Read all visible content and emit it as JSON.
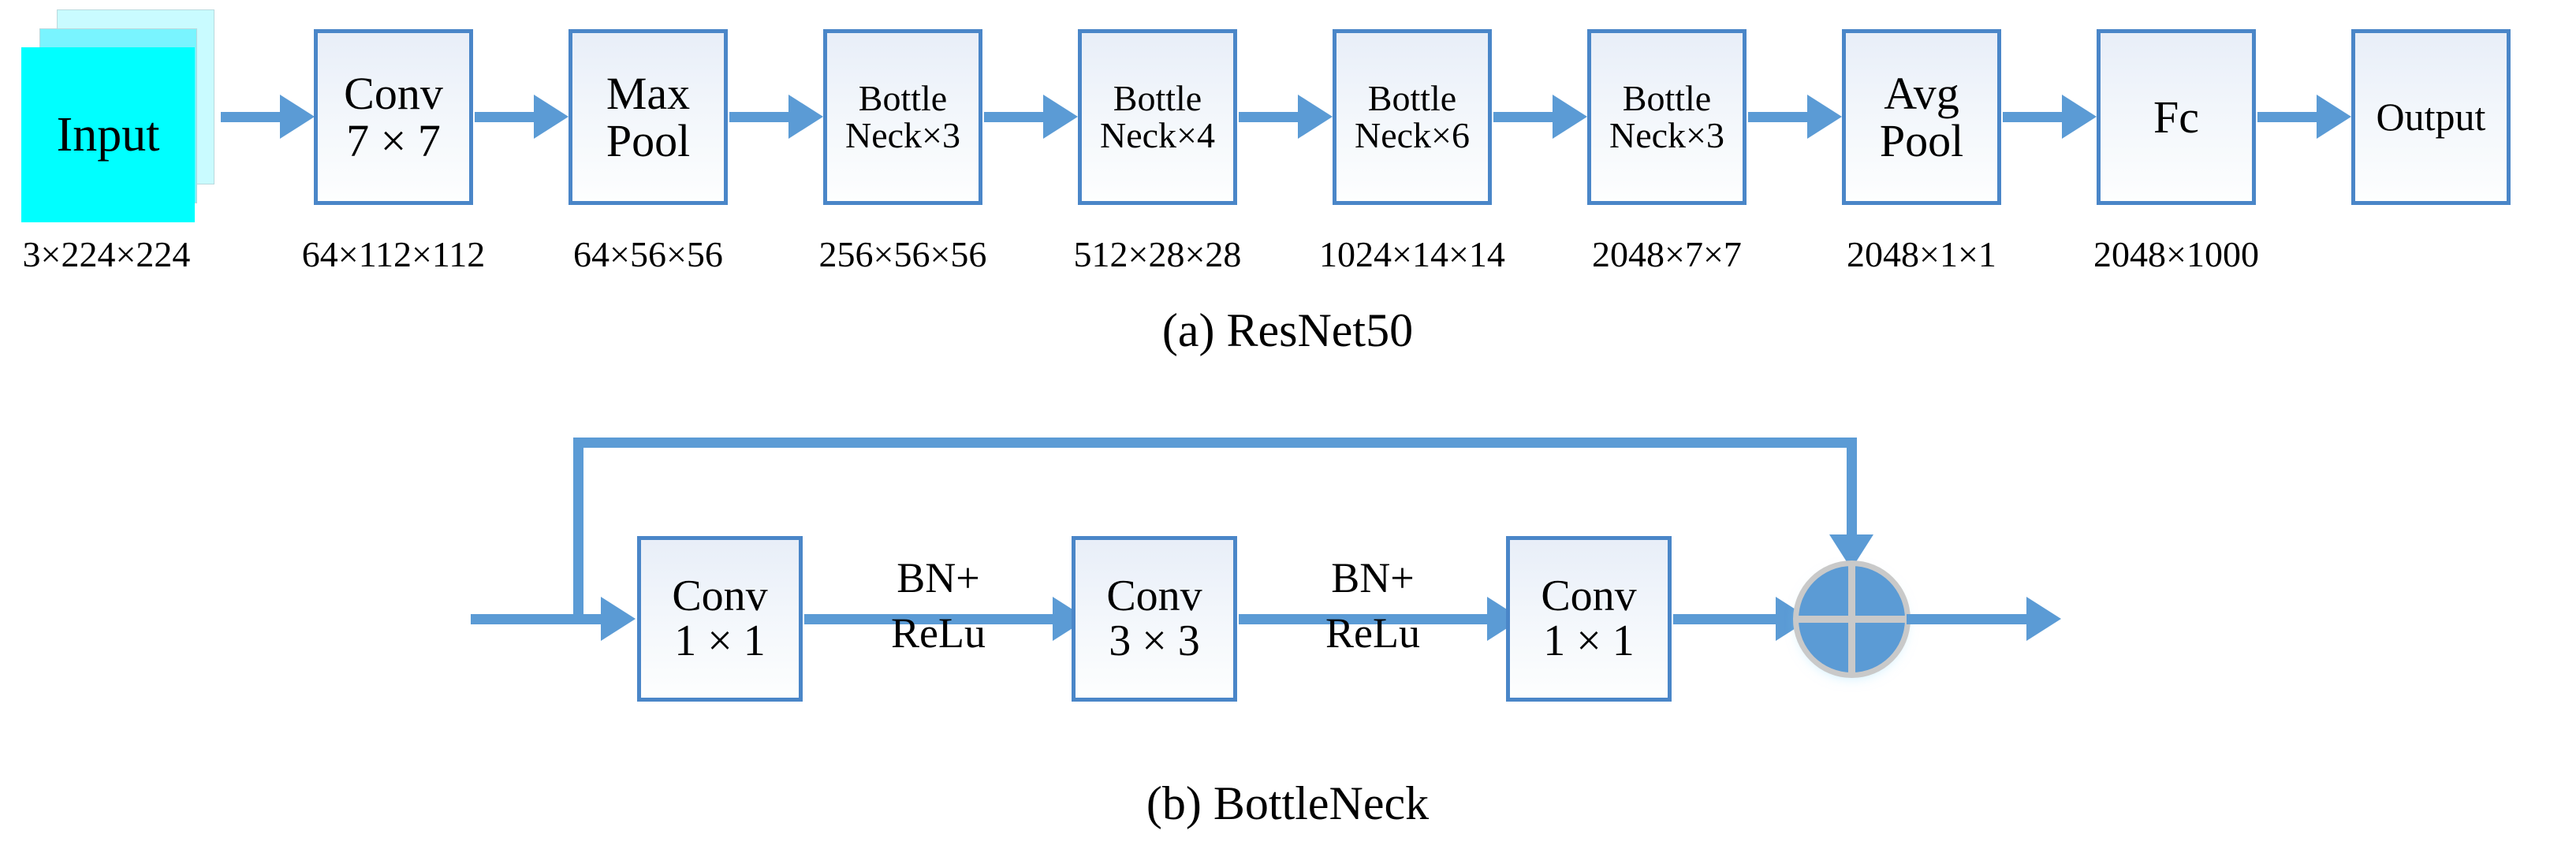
{
  "figure": {
    "panels": [
      {
        "id": "a",
        "caption": "(a) ResNet50"
      },
      {
        "id": "b",
        "caption": "(b) BottleNeck"
      }
    ]
  },
  "colors": {
    "connector_blue": "#5B9BD5",
    "box_border": "#4A86C8",
    "box_fill_top": "#e8eef8",
    "box_fill_bottom": "#fdfefe",
    "input_front": "#00ffff",
    "input_mid": "#79f4ff",
    "input_back": "#c9fbff",
    "sum_ring": "#c9c9c9",
    "text": "#000000"
  },
  "resnet50": {
    "input": {
      "label": "Input",
      "dim": "3×224×224"
    },
    "stages": [
      {
        "label": "Conv\n7 × 7",
        "dim": "64×112×112"
      },
      {
        "label": "Max\nPool",
        "dim": "64×56×56"
      },
      {
        "label": "Bottle\nNeck×3",
        "dim": "256×56×56"
      },
      {
        "label": "Bottle\nNeck×4",
        "dim": "512×28×28"
      },
      {
        "label": "Bottle\nNeck×6",
        "dim": "1024×14×14"
      },
      {
        "label": "Bottle\nNeck×3",
        "dim": "2048×7×7"
      },
      {
        "label": "Avg\nPool",
        "dim": "2048×1×1"
      },
      {
        "label": "Fc",
        "dim": "2048×1000"
      },
      {
        "label": "Output",
        "dim": ""
      }
    ]
  },
  "bottleneck": {
    "blocks": [
      {
        "label": "Conv\n1 × 1"
      },
      {
        "label": "Conv\n3 × 3"
      },
      {
        "label": "Conv\n1 × 1"
      }
    ],
    "op_labels": [
      {
        "label": "BN+\nReLu"
      },
      {
        "label": "BN+\nReLu"
      }
    ],
    "sum_node": {
      "name": "element-wise-addition"
    }
  }
}
